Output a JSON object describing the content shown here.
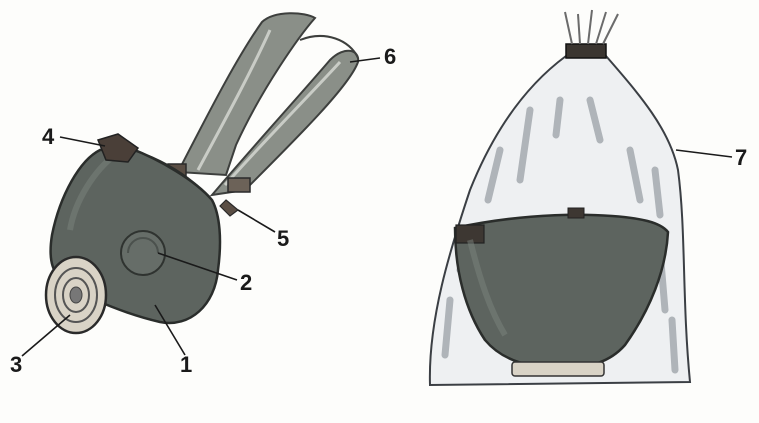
{
  "labels": {
    "body": "1",
    "valve": "2",
    "filter": "3",
    "nose_clip": "4",
    "buckle": "5",
    "straps": "6",
    "bag": "7"
  },
  "colors": {
    "mask_body": "#5d645f",
    "strap": "#8a8f88",
    "filter_ring": "#d9d3c6",
    "bag": "#e9ecef",
    "bag_streak": "#9aa0a6"
  }
}
